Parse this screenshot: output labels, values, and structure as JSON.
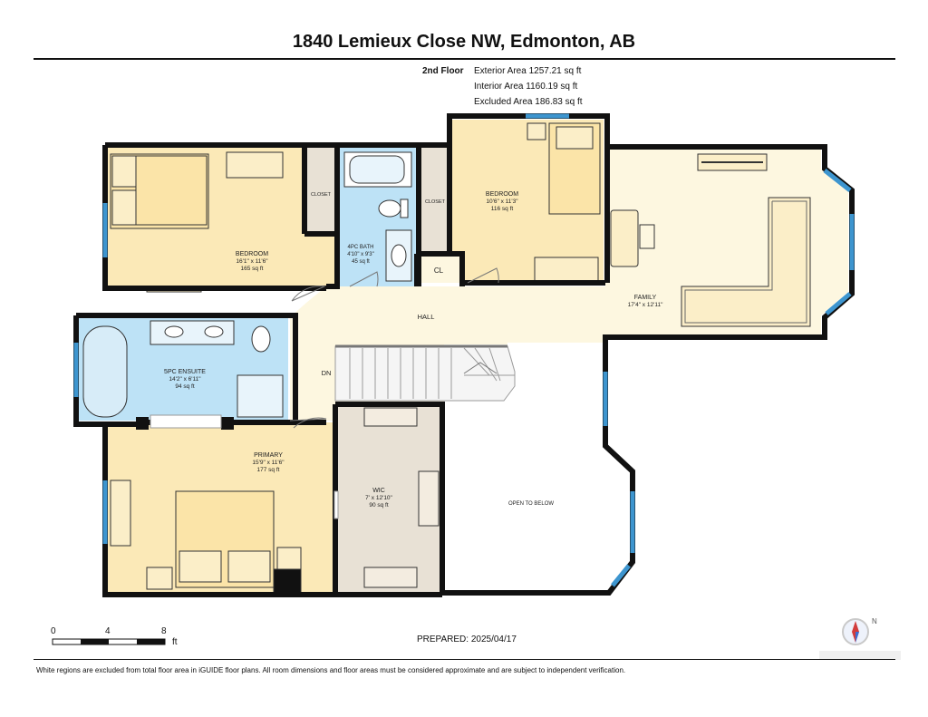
{
  "header": {
    "title": "1840 Lemieux Close NW, Edmonton, AB",
    "floor_label": "2nd Floor",
    "exterior_area": "Exterior Area 1257.21 sq ft",
    "interior_area": "Interior Area 1160.19 sq ft",
    "excluded_area": "Excluded Area 186.83 sq ft"
  },
  "rooms": {
    "bedroom1": {
      "name": "BEDROOM",
      "dims": "16'1\" x 11'6\"",
      "area": "165 sq ft"
    },
    "closet1": {
      "name": "CLOSET"
    },
    "bath": {
      "name": "4PC BATH",
      "dims": "4'10\" x 9'3\"",
      "area": "45 sq ft"
    },
    "closet2": {
      "name": "CLOSET"
    },
    "bedroom2": {
      "name": "BEDROOM",
      "dims": "10'6\" x 11'3\"",
      "area": "116 sq ft"
    },
    "cl": {
      "name": "CL"
    },
    "family": {
      "name": "FAMILY",
      "dims": "17'4\" x 12'11\""
    },
    "hall": {
      "name": "HALL"
    },
    "ensuite": {
      "name": "5PC ENSUITE",
      "dims": "14'2\" x 6'11\"",
      "area": "94 sq ft"
    },
    "stairs": {
      "name": "DN"
    },
    "primary": {
      "name": "PRIMARY",
      "dims": "15'9\" x 11'6\"",
      "area": "177 sq ft"
    },
    "wic": {
      "name": "WIC",
      "dims": "7' x 12'10\"",
      "area": "90 sq ft"
    },
    "open": {
      "name": "OPEN TO BELOW"
    }
  },
  "scale": {
    "ticks": [
      "0",
      "4",
      "8"
    ],
    "unit": "ft"
  },
  "prepared": "PREPARED: 2025/04/17",
  "footer": "White regions are excluded from total floor area in iGUIDE floor plans. All room dimensions and floor areas must be considered approximate and are subject to independent verification.",
  "compass": {
    "letter": "N"
  },
  "colors": {
    "bedroom_fill": "#fbe9b7",
    "hall_fill": "#fdf7e0",
    "bath_fill": "#bde2f6",
    "closet_fill": "#e8e1d5",
    "wic_fill": "#e8e1d5",
    "window": "#3d95cf",
    "wall": "#111111"
  }
}
